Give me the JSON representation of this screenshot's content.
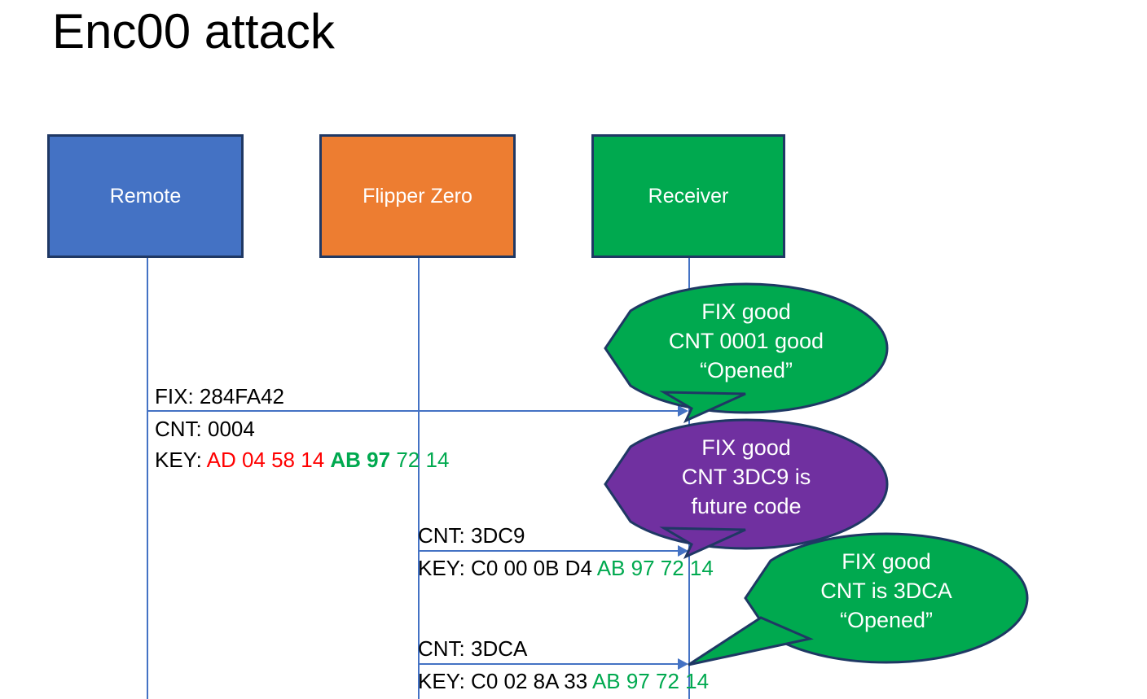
{
  "page": {
    "title": "Enc00 attack"
  },
  "actors": [
    {
      "name": "remote",
      "label": "Remote",
      "color": "#4472C4"
    },
    {
      "name": "flipper",
      "label": "Flipper Zero",
      "color": "#ED7D31"
    },
    {
      "name": "receiver",
      "label": "Receiver",
      "color": "#00A94F"
    }
  ],
  "messages": {
    "m1": {
      "fix": "FIX: 284FA42",
      "cnt": "CNT: 0004",
      "key_prefix": "KEY: ",
      "key_red": "AD 04 58 14",
      "key_green_bold": "AB 97",
      "key_green": "72 14"
    },
    "m2": {
      "cnt": "CNT: 3DC9",
      "key_prefix": "KEY: C0 00 0B D4 ",
      "key_green": "AB 97 72 14"
    },
    "m3": {
      "cnt": "CNT: 3DCA",
      "key_prefix": "KEY: C0 02 8A 33 ",
      "key_green": "AB 97 72 14"
    }
  },
  "callouts": [
    {
      "name": "receiver-response-1",
      "color": "#00A94F",
      "line1": "FIX good",
      "line2": "CNT 0001 good",
      "line3": "“Opened”"
    },
    {
      "name": "receiver-response-2",
      "color": "#7030A0",
      "line1": "FIX good",
      "line2": "CNT 3DC9 is",
      "line3": "future code"
    },
    {
      "name": "receiver-response-3",
      "color": "#00A94F",
      "line1": "FIX good",
      "line2": "CNT is 3DCA",
      "line3": "“Opened”"
    }
  ],
  "colors": {
    "blue": "#4472C4",
    "orange": "#ED7D31",
    "green": "#00A94F",
    "purple": "#7030A0",
    "red": "#FF0000",
    "outline": "#1F3864"
  }
}
